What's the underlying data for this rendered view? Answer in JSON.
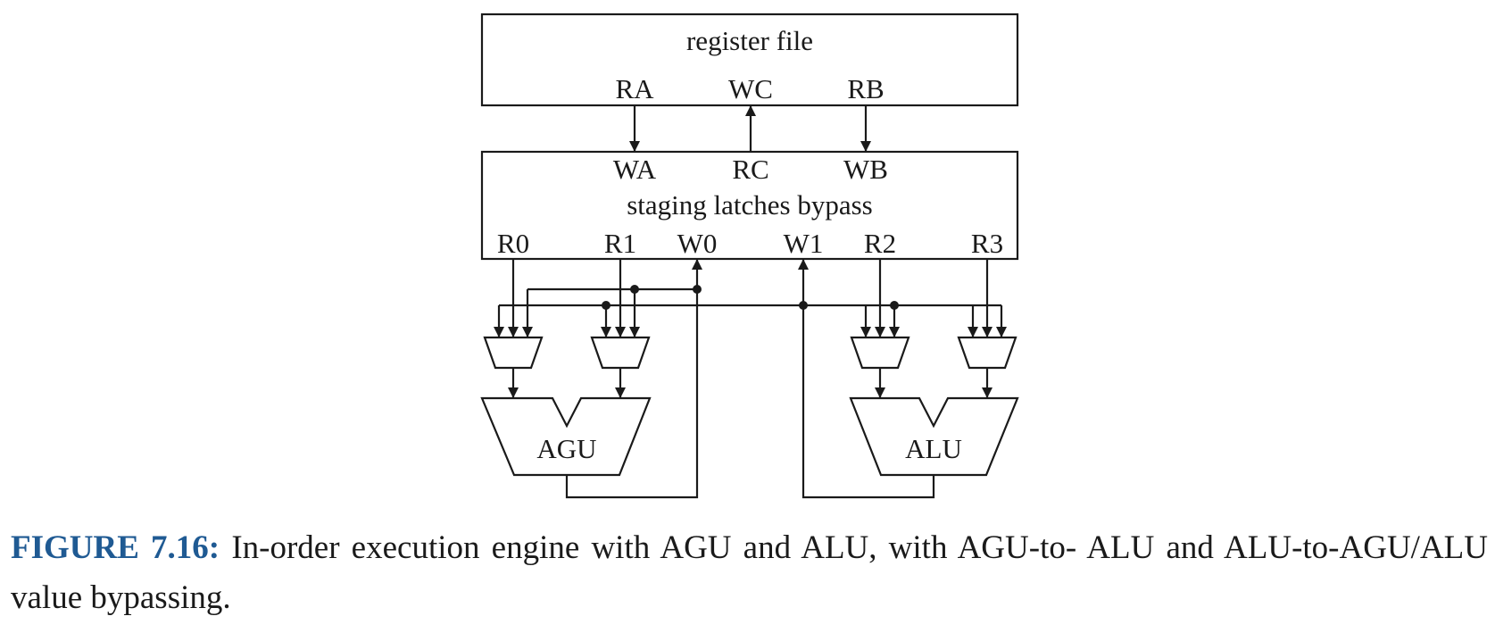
{
  "diagram": {
    "register_file": {
      "title": "register file",
      "ports": {
        "ra": "RA",
        "wc": "WC",
        "rb": "RB"
      }
    },
    "staging": {
      "title": "staging latches bypass",
      "top_ports": {
        "wa": "WA",
        "rc": "RC",
        "wb": "WB"
      },
      "bottom_ports": {
        "r0": "R0",
        "r1": "R1",
        "w0": "W0",
        "w1": "W1",
        "r2": "R2",
        "r3": "R3"
      }
    },
    "units": {
      "agu": "AGU",
      "alu": "ALU"
    }
  },
  "caption": {
    "label": "FIGURE 7.16:",
    "text": "In-order execution engine with AGU and ALU, with AGU-to- ALU and ALU-to-AGU/ALU value bypassing."
  },
  "colors": {
    "caption_label": "#1f5a93",
    "ink": "#1a1a1a"
  }
}
